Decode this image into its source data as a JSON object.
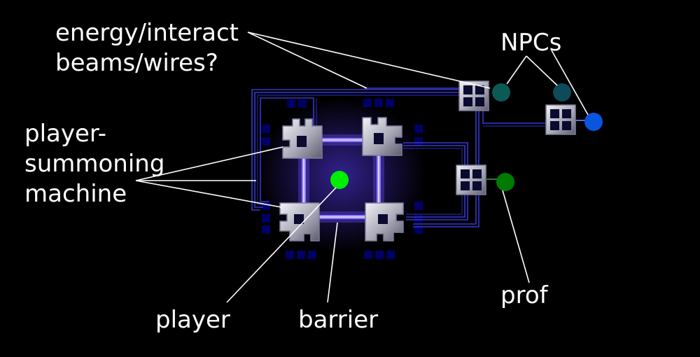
{
  "labels": {
    "energy_line1": "energy/interact",
    "energy_line2": "beams/wires?",
    "npcs": "NPCs",
    "machine_line1": "player-",
    "machine_line2": "summoning",
    "machine_line3": "machine",
    "player": "player",
    "barrier": "barrier",
    "prof": "prof"
  },
  "colors": {
    "background": "#000000",
    "player": "#00ee00",
    "prof": "#007a00",
    "npc_teal": "#0b5a55",
    "npc_teal_2": "#0d4a5a",
    "npc_blue": "#0a55e0",
    "wire": "#3a3ad8",
    "beam": "#8f7bff",
    "floor_tile": "#000066"
  },
  "icons": {
    "machine_corner": "machine-corner-block-icon",
    "terminal": "window-terminal-icon"
  }
}
